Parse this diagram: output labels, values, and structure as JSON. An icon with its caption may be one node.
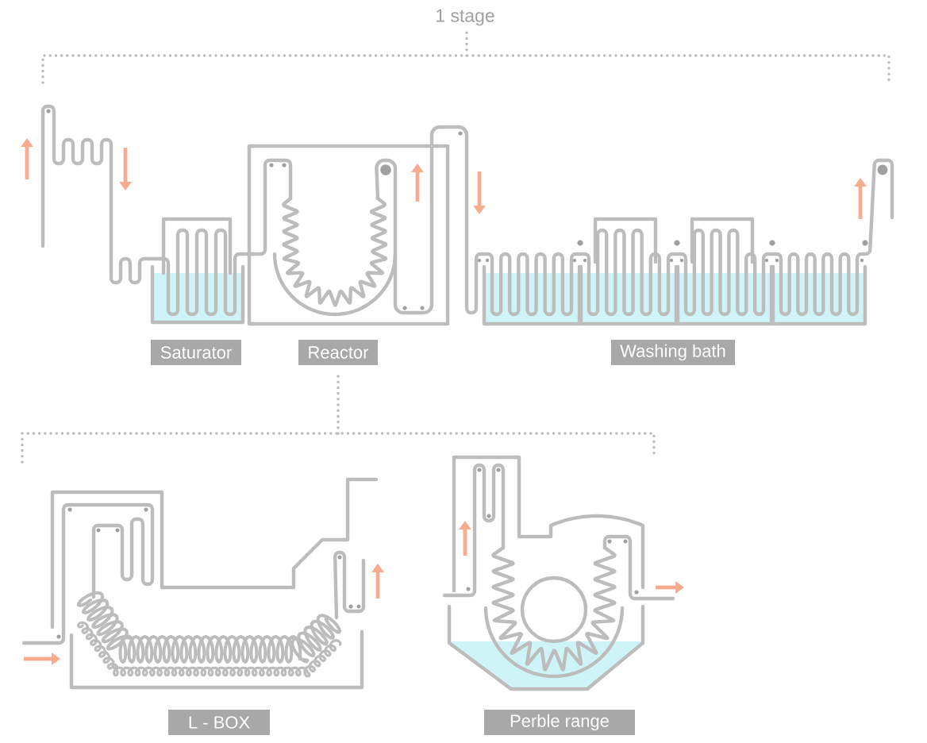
{
  "diagram": {
    "nodes": [
      {
        "text": [
          "Saturator"
        ]
      },
      {
        "text": [
          "Reactor"
        ]
      },
      {
        "text": [
          "Washing bath"
        ]
      },
      {
        "text": [
          "L - BOX"
        ]
      },
      {
        "text": [
          "Perble range"
        ]
      }
    ],
    "labels": [
      "1 stage"
    ]
  }
}
